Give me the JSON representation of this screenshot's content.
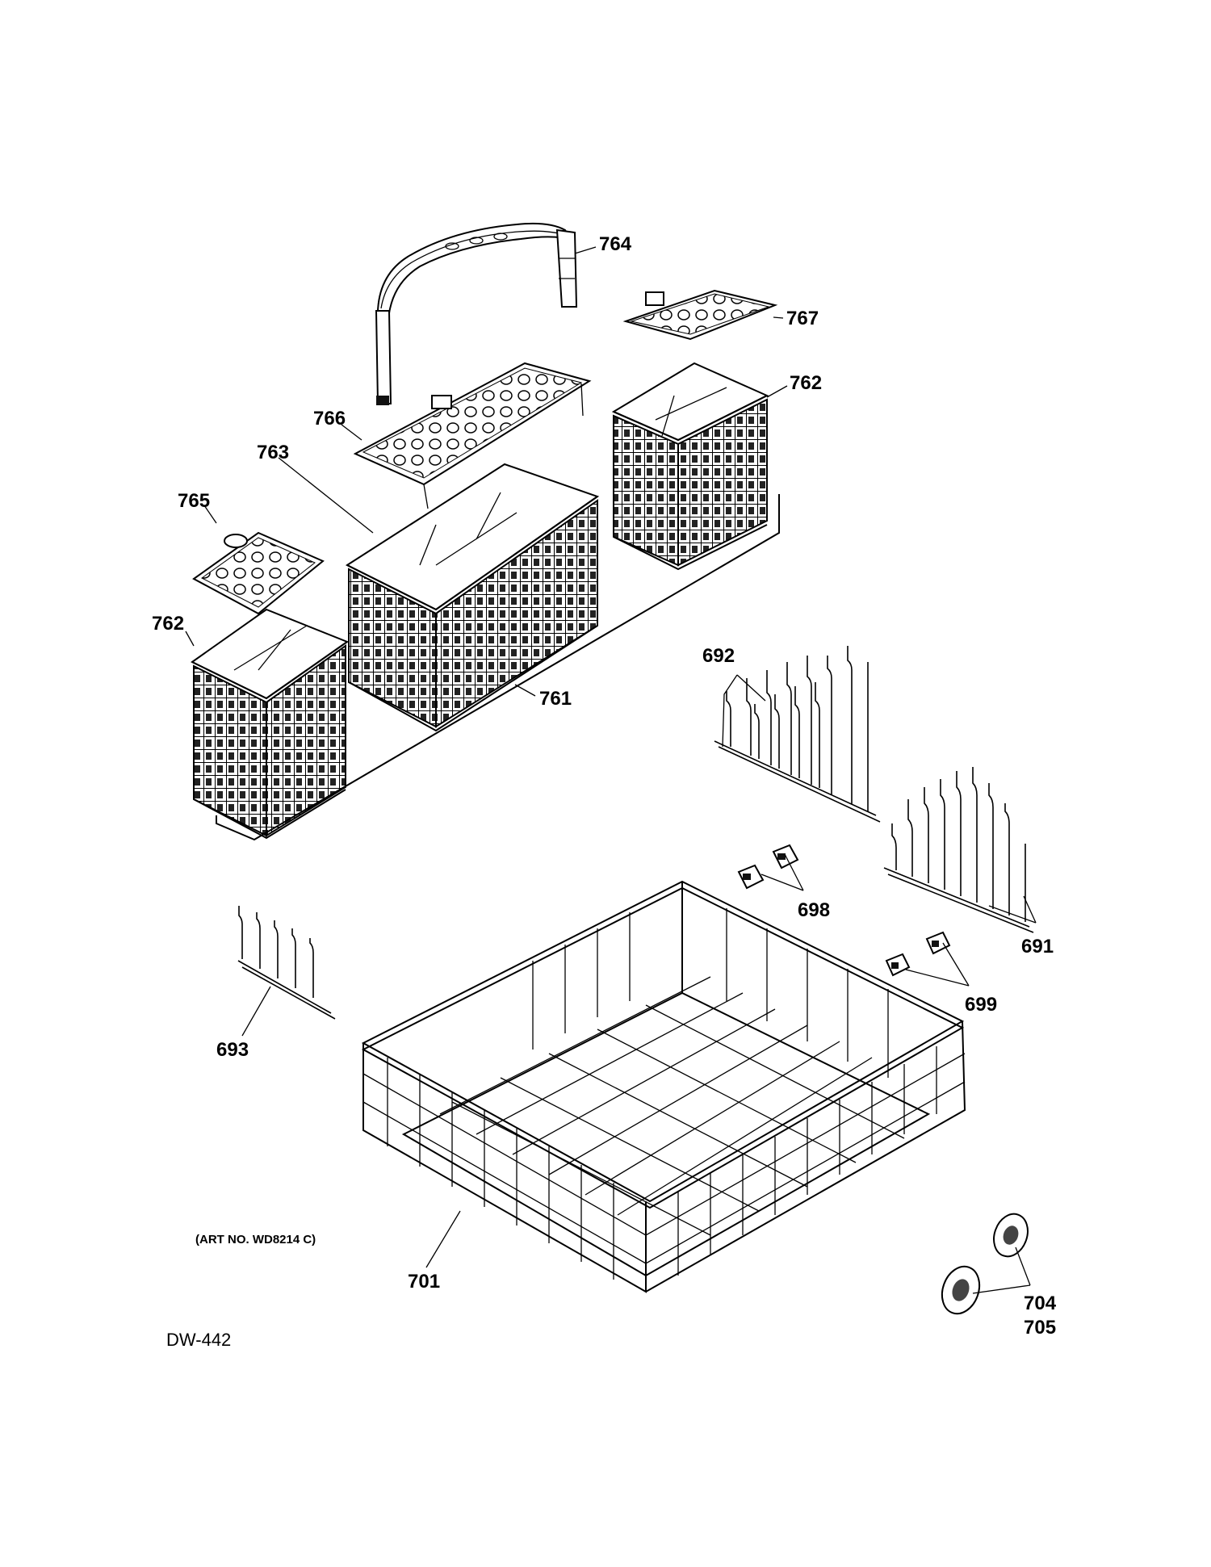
{
  "labels": {
    "p764": "764",
    "p767": "767",
    "p762_right": "762",
    "p766": "766",
    "p763": "763",
    "p765": "765",
    "p762_left": "762",
    "p761": "761",
    "p692": "692",
    "p698": "698",
    "p691": "691",
    "p699": "699",
    "p693": "693",
    "p701": "701",
    "p704": "704",
    "p705": "705"
  },
  "art_no": "(ART NO. WD8214 C)",
  "drawing_code": "DW-442"
}
